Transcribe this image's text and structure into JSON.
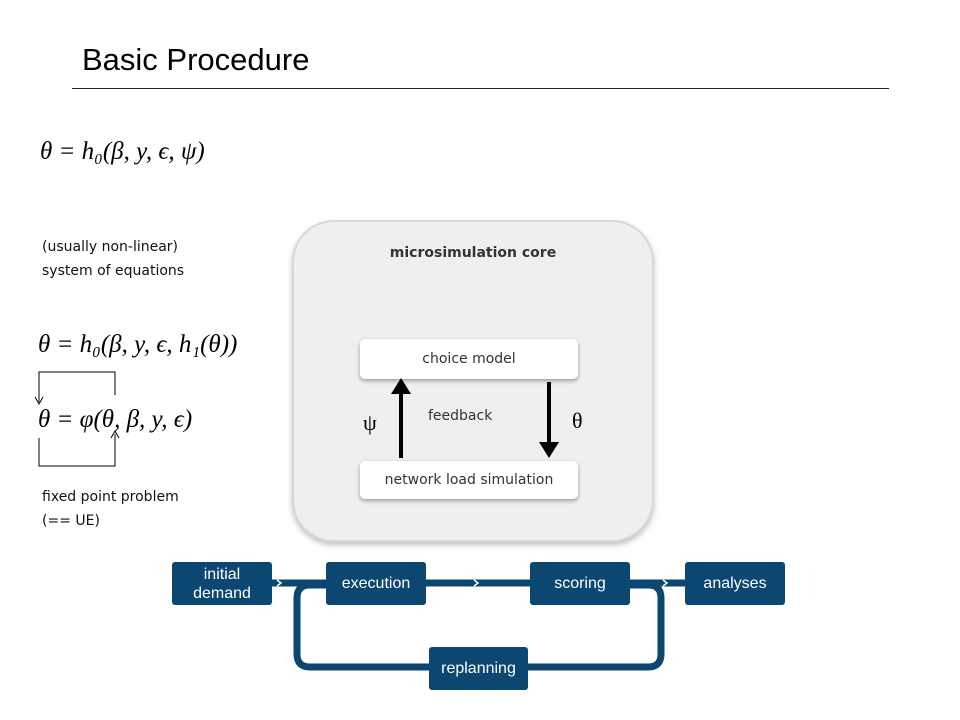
{
  "slide": {
    "title": "Basic Procedure"
  },
  "equations": {
    "eq1": "θ = h₀(β, y, ϵ, ψ)",
    "eq2": "θ = h₀(β, y, ϵ, h₁(θ))",
    "eq3": "θ = φ(θ, β, y, ϵ)"
  },
  "notes": {
    "nonlinear_line1": "(usually non-linear)",
    "nonlinear_line2": "system of equations",
    "fixed_line1": "fixed point problem",
    "fixed_line2": "(== UE)"
  },
  "core": {
    "title": "microsimulation core",
    "choice_model": "choice model",
    "network_sim": "network load simulation",
    "feedback": "feedback",
    "psi": "ψ",
    "theta": "θ"
  },
  "pipeline": {
    "initial_line1": "initial",
    "initial_line2": "demand",
    "execution": "execution",
    "scoring": "scoring",
    "analyses": "analyses",
    "replanning": "replanning",
    "color": "#0b4771"
  }
}
